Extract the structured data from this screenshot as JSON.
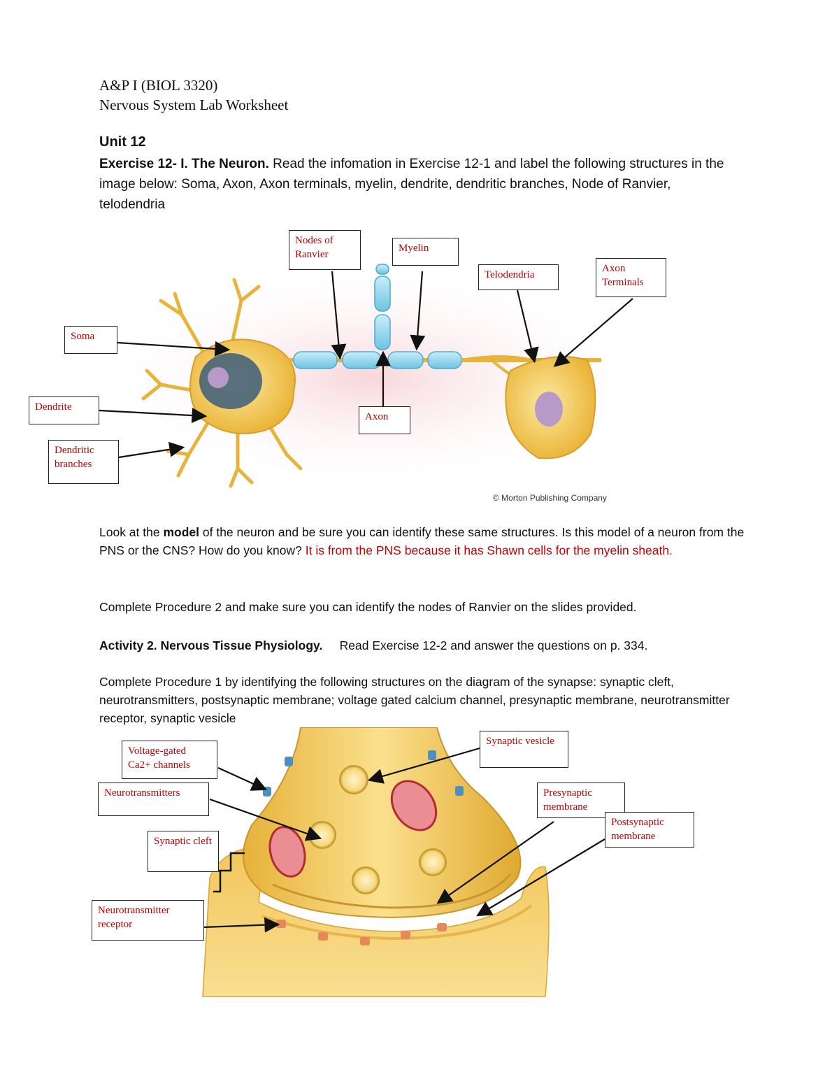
{
  "header": {
    "course": "A&P I (BIOL 3320)",
    "worksheet": "Nervous System Lab Worksheet"
  },
  "unit": {
    "title": "Unit 12"
  },
  "exercise1": {
    "heading": "Exercise 12- I.  The Neuron.",
    "instructions": "Read the infomation in Exercise 12-1 and label the following structures in the image below:  Soma, Axon, Axon terminals, myelin, dendrite, dendritic branches, Node of Ranvier, telodendria"
  },
  "neuron_labels": {
    "soma": "Soma",
    "dendrite": "Dendrite",
    "dendritic_branches": "Dendritic branches",
    "nodes_of_ranvier": "Nodes of Ranvier",
    "myelin": "Myelin",
    "axon": "Axon",
    "telodendria": "Telodendria",
    "axon_terminals": "Axon Terminals"
  },
  "copyright": "© Morton Publishing Company",
  "model_question": {
    "before_bold": "Look at the ",
    "bold": "model",
    "after_bold": " of the neuron and be sure you can identify these same structures.  Is this model of a neuron from the PNS or the CNS?  How do you know? ",
    "answer": "It is from the PNS because it has Shawn cells for the myelin sheath."
  },
  "procedure2": "Complete Procedure 2 and make sure you can identify the nodes of Ranvier on the slides provided.",
  "activity2": {
    "heading": "Activity 2.  Nervous Tissue Physiology.",
    "text": "Read Exercise 12-2 and answer the questions on p. 334."
  },
  "procedure1": "Complete Procedure 1 by identifying the following structures on the diagram of the synapse:  synaptic cleft, neurotransmitters, postsynaptic membrane; voltage gated calcium channel, presynaptic membrane, neurotransmitter receptor, synaptic vesicle",
  "synapse_labels": {
    "voltage_gated": "Voltage-gated Ca2+ channels",
    "neurotransmitters": "Neurotransmitters",
    "synaptic_cleft": "Synaptic cleft",
    "neurotransmitter_receptor": "Neurotransmitter receptor",
    "synaptic_vesicle": "Synaptic vesicle",
    "presynaptic_membrane": "Presynaptic membrane",
    "postsynaptic_membrane": "Postsynaptic membrane"
  },
  "colors": {
    "answer_red": "#c00000",
    "cell_yellow": "#f2c23c",
    "myelin_blue": "#8fd3ea"
  }
}
